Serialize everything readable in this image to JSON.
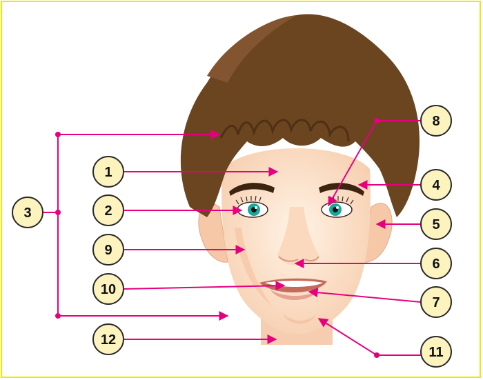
{
  "colors": {
    "frame": "#f6e400",
    "callout_fill": "#fdf3bf",
    "callout_stroke": "#2a2a2a",
    "leader": "#e6007e",
    "hair": "#6b4420",
    "skin": "#fde3cc",
    "iris": "#1aa89a"
  },
  "labels": {
    "l1": "1",
    "l2": "2",
    "l3": "3",
    "l4": "4",
    "l5": "5",
    "l6": "6",
    "l7": "7",
    "l8": "8",
    "l9": "9",
    "l10": "10",
    "l11": "11",
    "l12": "12"
  }
}
